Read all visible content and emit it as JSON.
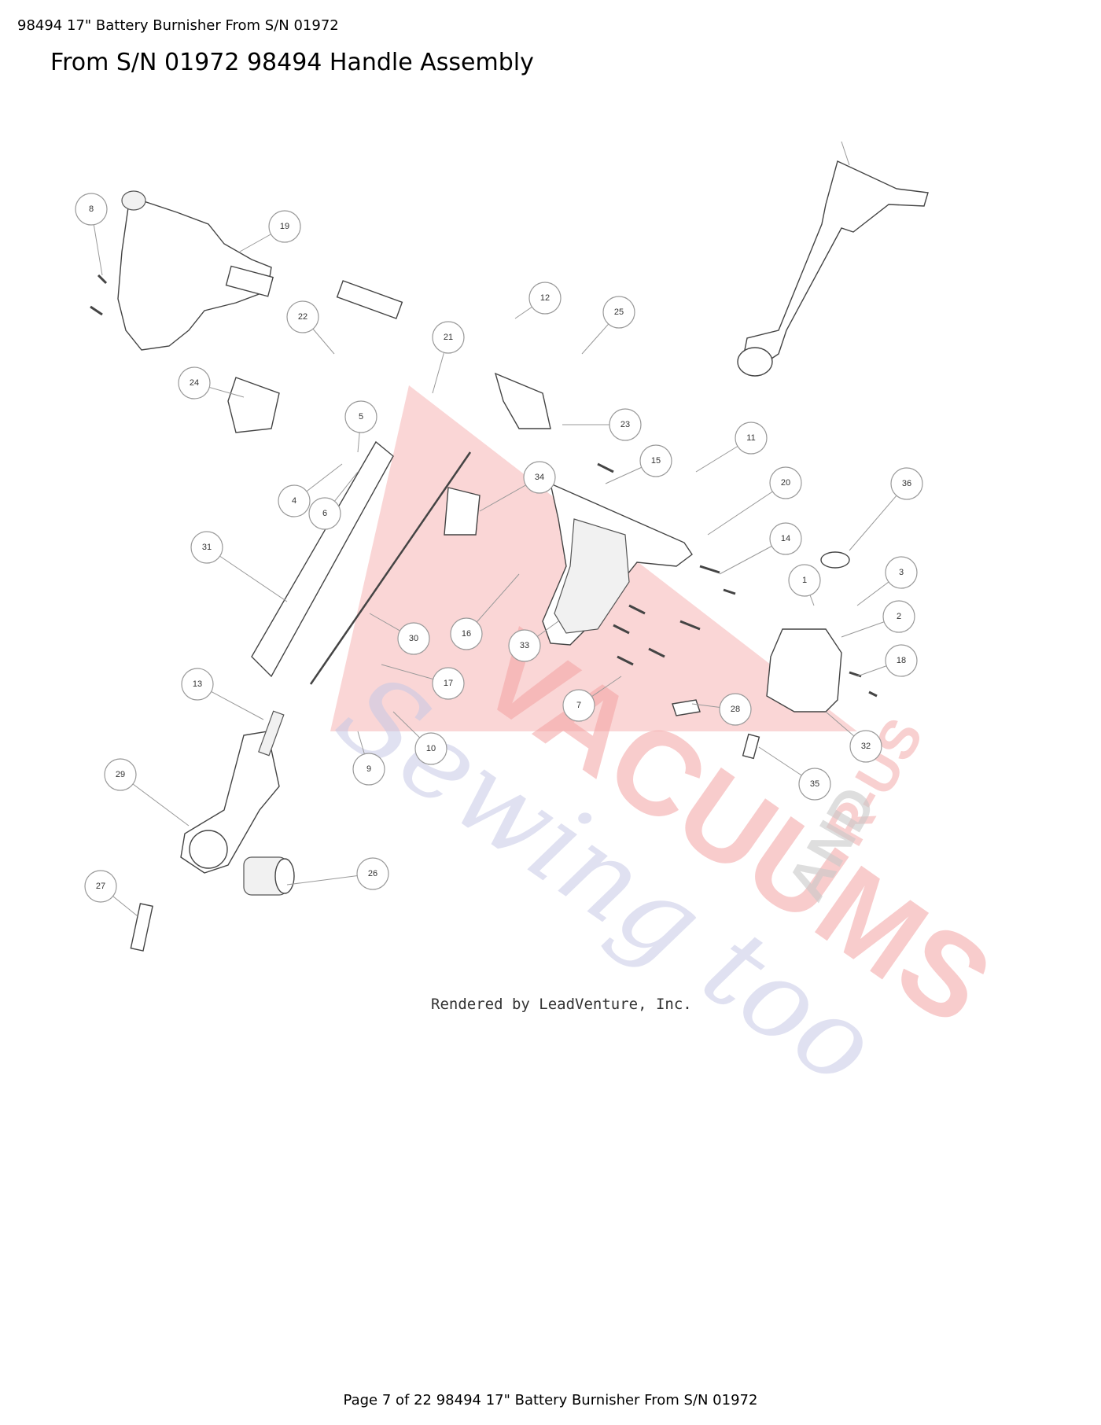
{
  "header": {
    "doc_label": "98494 17\" Battery Burnisher From S/N 01972",
    "title": "From S/N 01972 98494 Handle Assembly"
  },
  "diagram": {
    "credit": "Rendered by LeadVenture, Inc.",
    "watermark": {
      "word1": "VACUUMS",
      "word2": "R-US",
      "word3": "AND",
      "script": "Sewing too"
    },
    "callouts": [
      "8",
      "19",
      "12",
      "22",
      "25",
      "21",
      "24",
      "23",
      "5",
      "4",
      "6",
      "11",
      "15",
      "34",
      "20",
      "36",
      "31",
      "14",
      "1",
      "3",
      "2",
      "16",
      "33",
      "30",
      "18",
      "17",
      "13",
      "7",
      "28",
      "32",
      "10",
      "9",
      "35",
      "29",
      "26",
      "27"
    ]
  },
  "footer": {
    "page_text": "Page 7 of 22 98494 17\" Battery Burnisher From S/N 01972"
  },
  "colors": {
    "watermark_red": "#f3a3a3",
    "watermark_gray": "#c9c9c9",
    "watermark_blue": "#c7c9e6"
  }
}
